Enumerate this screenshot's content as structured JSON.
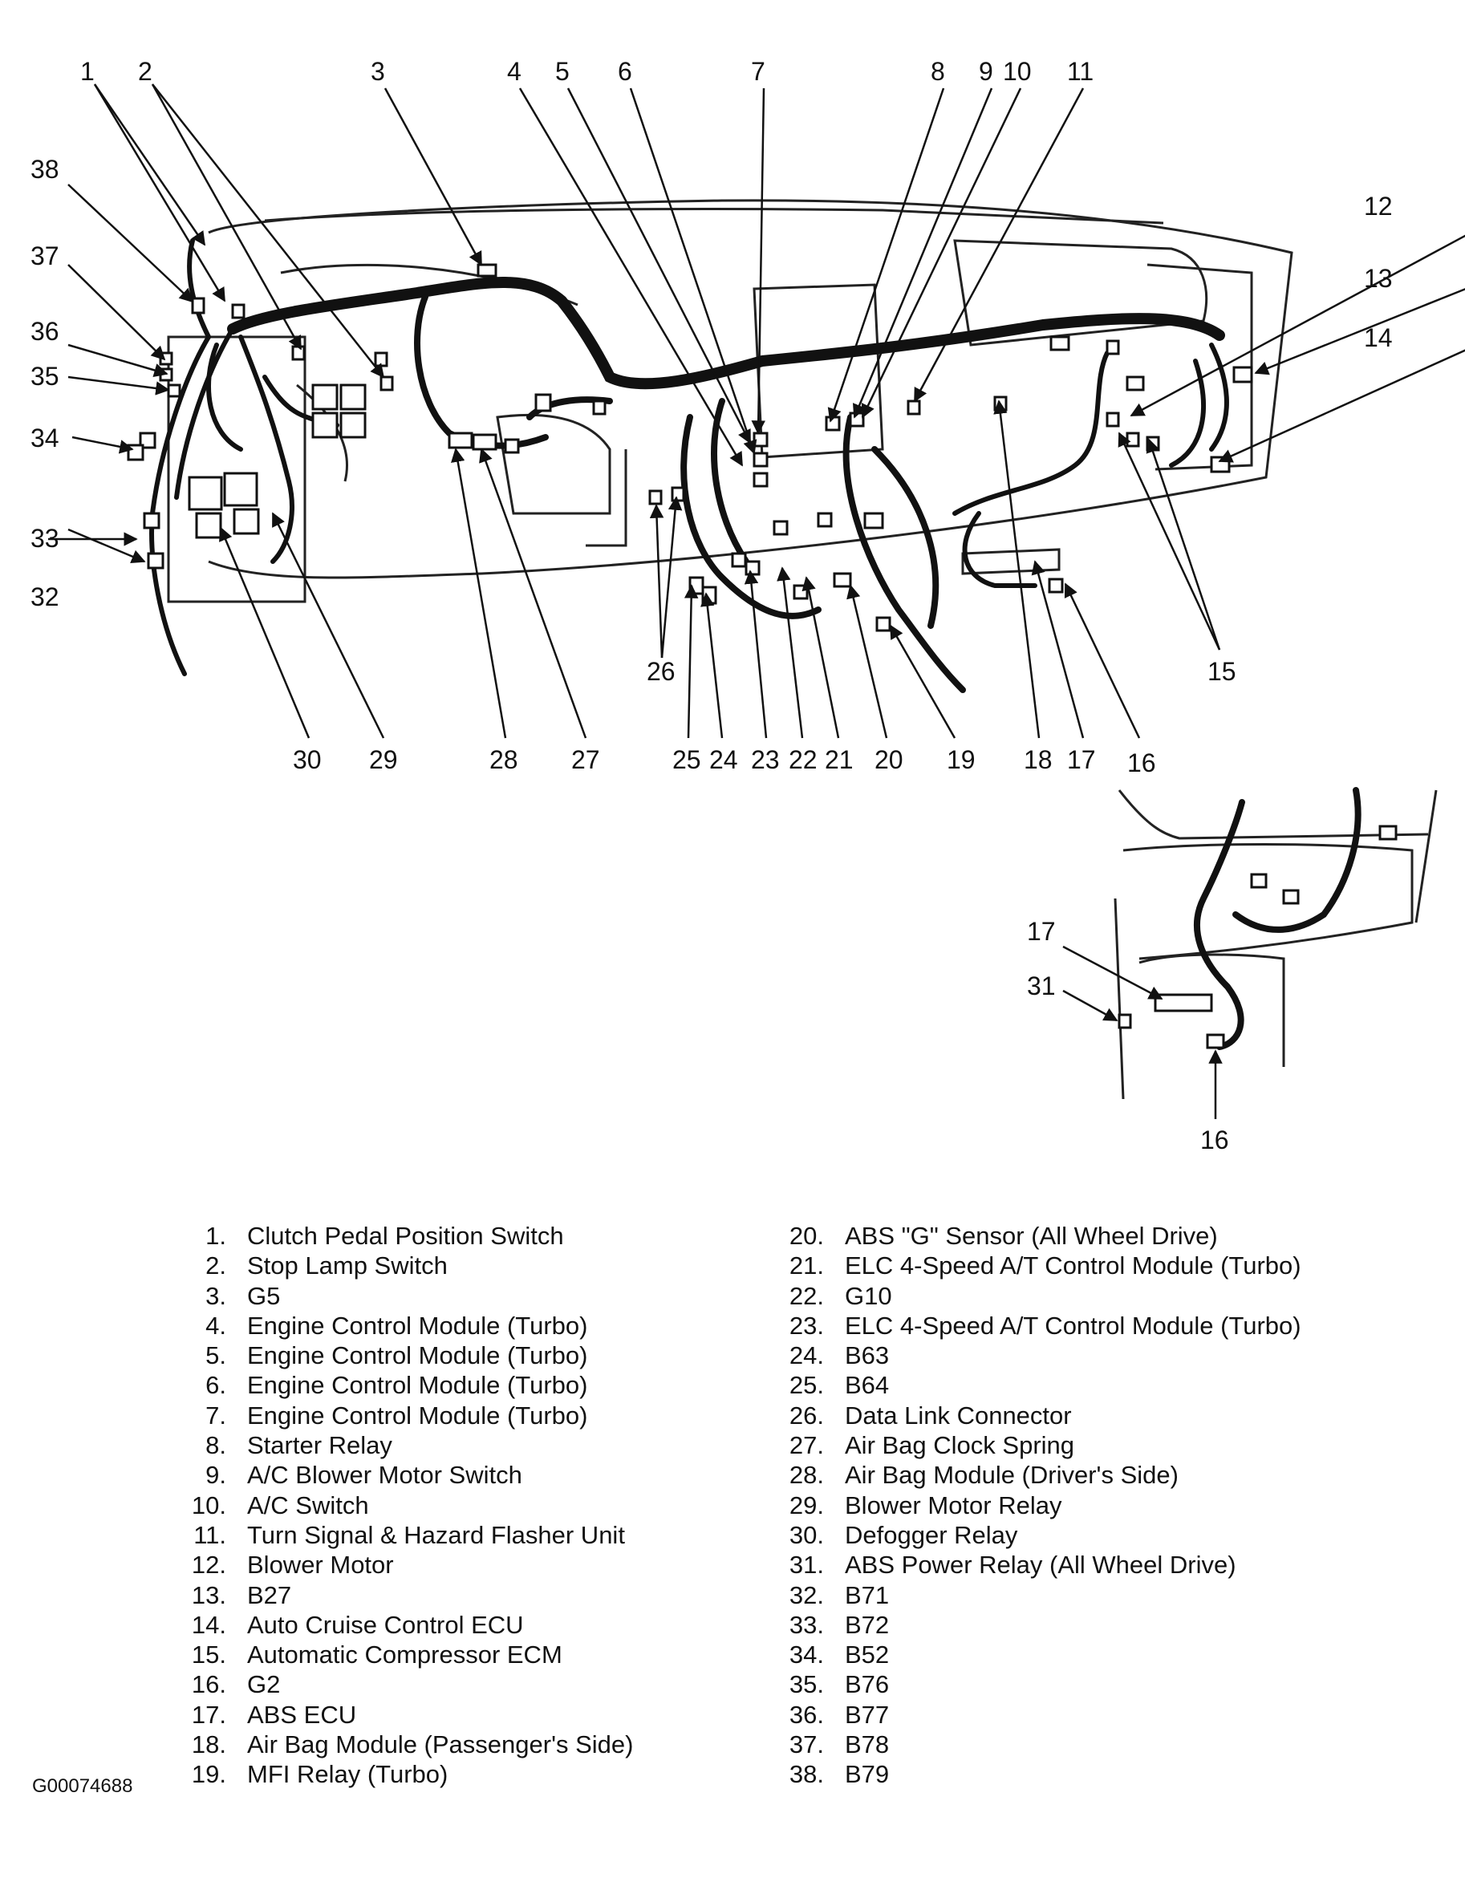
{
  "figure_id": "G00074688",
  "callouts": [
    "1",
    "2",
    "3",
    "4",
    "5",
    "6",
    "7",
    "8",
    "9",
    "10",
    "11",
    "12",
    "13",
    "14",
    "15",
    "16",
    "17",
    "18",
    "19",
    "20",
    "21",
    "22",
    "23",
    "24",
    "25",
    "26",
    "27",
    "28",
    "29",
    "30",
    "31",
    "32",
    "33",
    "34",
    "35",
    "36",
    "37",
    "38"
  ],
  "inset_callouts": [
    "17",
    "31",
    "16"
  ],
  "legend": [
    {
      "num": "1.",
      "label": "Clutch Pedal Position Switch"
    },
    {
      "num": "2.",
      "label": "Stop Lamp Switch"
    },
    {
      "num": "3.",
      "label": "G5"
    },
    {
      "num": "4.",
      "label": "Engine Control Module (Turbo)"
    },
    {
      "num": "5.",
      "label": "Engine Control Module (Turbo)"
    },
    {
      "num": "6.",
      "label": "Engine Control Module (Turbo)"
    },
    {
      "num": "7.",
      "label": "Engine Control Module (Turbo)"
    },
    {
      "num": "8.",
      "label": "Starter Relay"
    },
    {
      "num": "9.",
      "label": "A/C Blower Motor Switch"
    },
    {
      "num": "10.",
      "label": "A/C Switch"
    },
    {
      "num": "11.",
      "label": "Turn Signal & Hazard Flasher Unit"
    },
    {
      "num": "12.",
      "label": "Blower Motor"
    },
    {
      "num": "13.",
      "label": "B27"
    },
    {
      "num": "14.",
      "label": "Auto Cruise Control ECU"
    },
    {
      "num": "15.",
      "label": "Automatic Compressor ECM"
    },
    {
      "num": "16.",
      "label": "G2"
    },
    {
      "num": "17.",
      "label": "ABS ECU"
    },
    {
      "num": "18.",
      "label": "Air Bag Module (Passenger's Side)"
    },
    {
      "num": "19.",
      "label": "MFI Relay (Turbo)"
    },
    {
      "num": "20.",
      "label": "ABS \"G\" Sensor (All Wheel Drive)"
    },
    {
      "num": "21.",
      "label": "ELC 4-Speed A/T Control Module (Turbo)"
    },
    {
      "num": "22.",
      "label": "G10"
    },
    {
      "num": "23.",
      "label": "ELC 4-Speed A/T Control Module (Turbo)"
    },
    {
      "num": "24.",
      "label": "B63"
    },
    {
      "num": "25.",
      "label": "B64"
    },
    {
      "num": "26.",
      "label": "Data Link Connector"
    },
    {
      "num": "27.",
      "label": "Air Bag Clock Spring"
    },
    {
      "num": "28.",
      "label": "Air Bag Module (Driver's Side)"
    },
    {
      "num": "29.",
      "label": "Blower Motor Relay"
    },
    {
      "num": "30.",
      "label": "Defogger Relay"
    },
    {
      "num": "31.",
      "label": "ABS Power Relay (All Wheel Drive)"
    },
    {
      "num": "32.",
      "label": "B71"
    },
    {
      "num": "33.",
      "label": "B72"
    },
    {
      "num": "34.",
      "label": "B52"
    },
    {
      "num": "35.",
      "label": "B76"
    },
    {
      "num": "36.",
      "label": "B77"
    },
    {
      "num": "37.",
      "label": "B78"
    },
    {
      "num": "38.",
      "label": "B79"
    }
  ]
}
